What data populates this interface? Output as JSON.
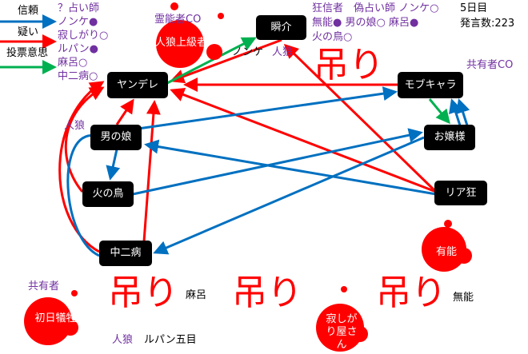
{
  "legend": {
    "trust": "信頼",
    "doubt": "疑い",
    "vote": "投票意思"
  },
  "colors": {
    "trust": "#0070c0",
    "doubt": "#ff0000",
    "vote": "#00b050",
    "note": "#7030a0"
  },
  "seer_notes": [
    "？占い師",
    "ノンケ●",
    "寂しがり○",
    "ルパン●",
    "麻呂○",
    "中二病○"
  ],
  "madman_notes": [
    "狂信者　偽占い師 ノンケ○",
    "無能● 男の娘○ 麻呂●",
    "火の鳥○"
  ],
  "day": "5日目",
  "post_count": "発言数:223",
  "nodes": {
    "werewolf_senior": "人狼上級者",
    "shunsuke": "瞬介",
    "yandere": "ヤンデレ",
    "mob": "モブキャラ",
    "otokonoko": "男の娘",
    "ojousama": "お嬢様",
    "hinotori": "火の鳥",
    "riajuu": "リア狂",
    "chuunibyou": "中二病",
    "yuunou": "有能",
    "first_victim": "初日犠牲者",
    "sabishigari": "寂しがり屋さん"
  },
  "labels": {
    "medium_co": "霊能者CO",
    "shared_co": "共有者CO",
    "wolf1": "人狼",
    "nonke": "ノンケ",
    "wolf2": "人狼",
    "shared": "共有者",
    "maro": "麻呂",
    "wolf3": "人狼",
    "lupin": "ルパン五目",
    "munou": "無能"
  },
  "hang": "吊り"
}
